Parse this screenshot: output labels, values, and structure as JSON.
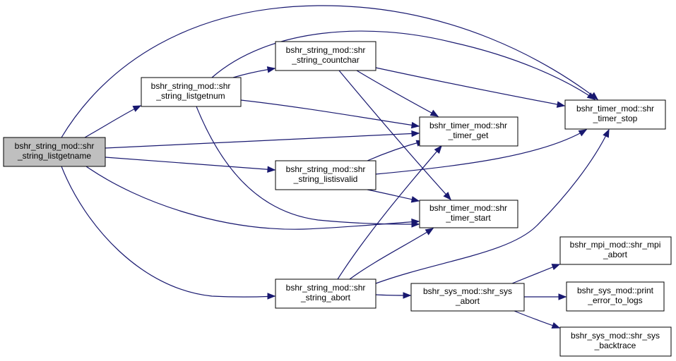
{
  "graph": {
    "title": "",
    "nodes": {
      "listgetname": {
        "line1": "bshr_string_mod::shr",
        "line2": "_string_listgetname",
        "highlighted": true
      },
      "listgetnum": {
        "line1": "bshr_string_mod::shr",
        "line2": "_string_listgetnum"
      },
      "countchar": {
        "line1": "bshr_string_mod::shr",
        "line2": "_string_countchar"
      },
      "listisvalid": {
        "line1": "bshr_string_mod::shr",
        "line2": "_string_listisvalid"
      },
      "string_abort": {
        "line1": "bshr_string_mod::shr",
        "line2": "_string_abort"
      },
      "timer_get": {
        "line1": "bshr_timer_mod::shr",
        "line2": "_timer_get"
      },
      "timer_start": {
        "line1": "bshr_timer_mod::shr",
        "line2": "_timer_start"
      },
      "timer_stop": {
        "line1": "bshr_timer_mod::shr",
        "line2": "_timer_stop"
      },
      "sys_abort": {
        "line1": "bshr_sys_mod::shr_sys",
        "line2": "_abort"
      },
      "mpi_abort": {
        "line1": "bshr_mpi_mod::shr_mpi",
        "line2": "_abort"
      },
      "print_error": {
        "line1": "bshr_sys_mod::print",
        "line2": "_error_to_logs"
      },
      "backtrace": {
        "line1": "bshr_sys_mod::shr_sys",
        "line2": "_backtrace"
      }
    },
    "edges": [
      {
        "from": "listgetname",
        "to": "listgetnum"
      },
      {
        "from": "listgetname",
        "to": "timer_stop"
      },
      {
        "from": "listgetname",
        "to": "timer_get"
      },
      {
        "from": "listgetname",
        "to": "listisvalid"
      },
      {
        "from": "listgetname",
        "to": "timer_start"
      },
      {
        "from": "listgetname",
        "to": "string_abort"
      },
      {
        "from": "listgetnum",
        "to": "countchar"
      },
      {
        "from": "listgetnum",
        "to": "timer_stop"
      },
      {
        "from": "listgetnum",
        "to": "timer_get"
      },
      {
        "from": "listgetnum",
        "to": "timer_start"
      },
      {
        "from": "countchar",
        "to": "timer_stop"
      },
      {
        "from": "countchar",
        "to": "timer_get"
      },
      {
        "from": "countchar",
        "to": "timer_start"
      },
      {
        "from": "listisvalid",
        "to": "timer_get"
      },
      {
        "from": "listisvalid",
        "to": "timer_stop"
      },
      {
        "from": "listisvalid",
        "to": "timer_start"
      },
      {
        "from": "string_abort",
        "to": "timer_get"
      },
      {
        "from": "string_abort",
        "to": "timer_start"
      },
      {
        "from": "string_abort",
        "to": "timer_stop"
      },
      {
        "from": "string_abort",
        "to": "sys_abort"
      },
      {
        "from": "sys_abort",
        "to": "mpi_abort"
      },
      {
        "from": "sys_abort",
        "to": "print_error"
      },
      {
        "from": "sys_abort",
        "to": "backtrace"
      }
    ]
  }
}
